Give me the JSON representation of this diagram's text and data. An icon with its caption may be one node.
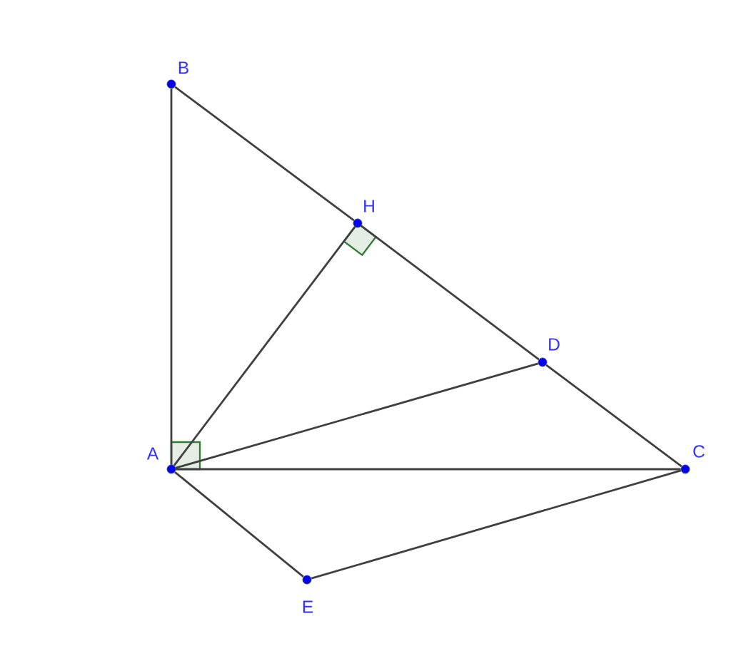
{
  "diagram": {
    "nodes": [
      {
        "text": [],
        "shape": "circle",
        "beside": [
          "B"
        ]
      },
      {
        "text": [],
        "shape": "circle",
        "beside": [
          "H"
        ]
      },
      {
        "text": [],
        "shape": "circle",
        "beside": [
          "D"
        ]
      },
      {
        "text": [],
        "shape": "circle",
        "beside": [
          "A"
        ]
      },
      {
        "text": [],
        "shape": "circle",
        "beside": [
          "C"
        ]
      },
      {
        "text": [],
        "shape": "circle",
        "beside": [
          "E"
        ]
      }
    ],
    "edges": [
      {
        "from": 3,
        "to": 0,
        "arrow": "none"
      },
      {
        "from": 0,
        "to": 1,
        "arrow": "none"
      },
      {
        "from": 1,
        "to": 2,
        "arrow": "none"
      },
      {
        "from": 2,
        "to": 4,
        "arrow": "none"
      },
      {
        "from": 3,
        "to": 1,
        "arrow": "none"
      },
      {
        "from": 3,
        "to": 2,
        "arrow": "none"
      },
      {
        "from": 3,
        "to": 4,
        "arrow": "none"
      },
      {
        "from": 3,
        "to": 5,
        "arrow": "none"
      },
      {
        "from": 5,
        "to": 4,
        "arrow": "none"
      }
    ]
  }
}
